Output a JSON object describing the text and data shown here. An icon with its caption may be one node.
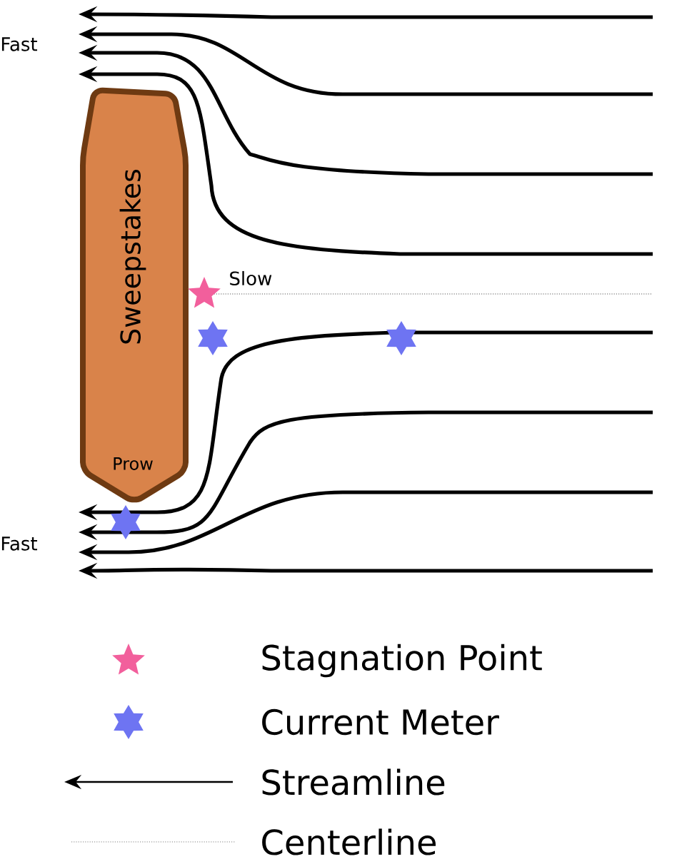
{
  "diagram": {
    "nodes": [
      {
        "text": [
          "Sweepstakes",
          "Prow"
        ]
      }
    ],
    "labels": [
      "Fast",
      "Slow",
      "Fast"
    ],
    "legend": [
      {
        "text": "Stagnation Point",
        "color": "#f25f9c"
      },
      {
        "text": "Current Meter",
        "color": "#6e74f2"
      },
      {
        "text": "Streamline"
      },
      {
        "text": "Centerline"
      }
    ]
  }
}
